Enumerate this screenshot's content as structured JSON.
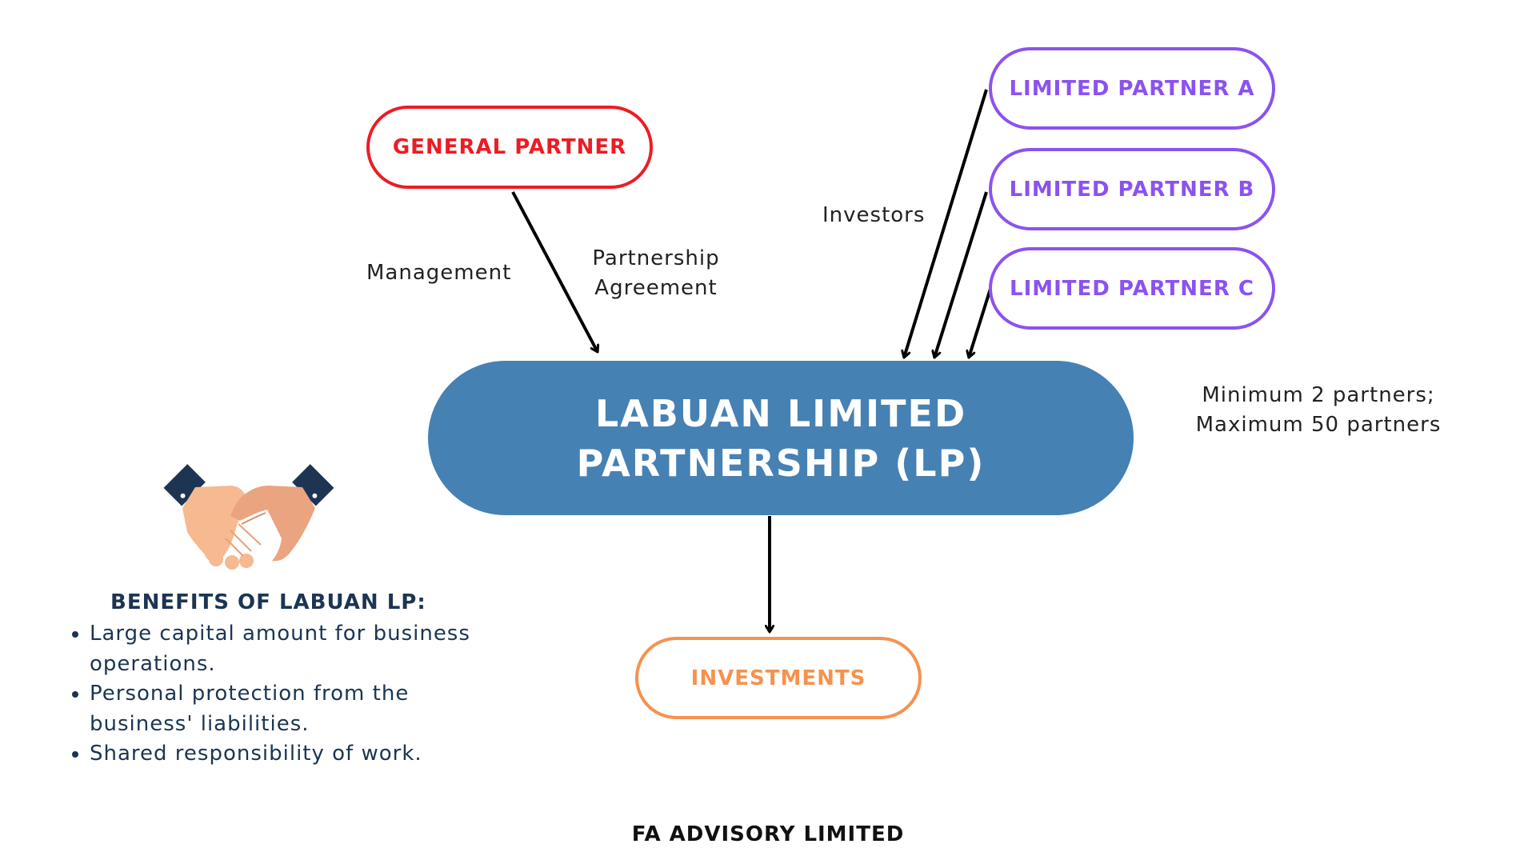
{
  "colors": {
    "general_partner": "#ed1c24",
    "limited_partner": "#8b52f0",
    "main_fill": "#4681b4",
    "investments": "#f5924f",
    "benefits_text": "#1b3552",
    "arrow": "#000000",
    "footer": "#111111"
  },
  "nodes": {
    "general_partner": "GENERAL PARTNER",
    "limited_partner_a": "LIMITED PARTNER A",
    "limited_partner_b": "LIMITED PARTNER B",
    "limited_partner_c": "LIMITED PARTNER C",
    "main_line1": "LABUAN LIMITED",
    "main_line2": "PARTNERSHIP (LP)",
    "investments": "INVESTMENTS"
  },
  "labels": {
    "management": "Management",
    "agreement_line1": "Partnership",
    "agreement_line2": "Agreement",
    "investors": "Investors",
    "minmax_line1": "Minimum 2 partners;",
    "minmax_line2": "Maximum 50 partners"
  },
  "benefits": {
    "icon": "handshake-icon",
    "title": "BENEFITS OF LABUAN LP:",
    "items": [
      "Large capital amount for business operations.",
      "Personal protection from the business' liabilities.",
      "Shared responsibility of work."
    ]
  },
  "footer": "FA ADVISORY LIMITED"
}
